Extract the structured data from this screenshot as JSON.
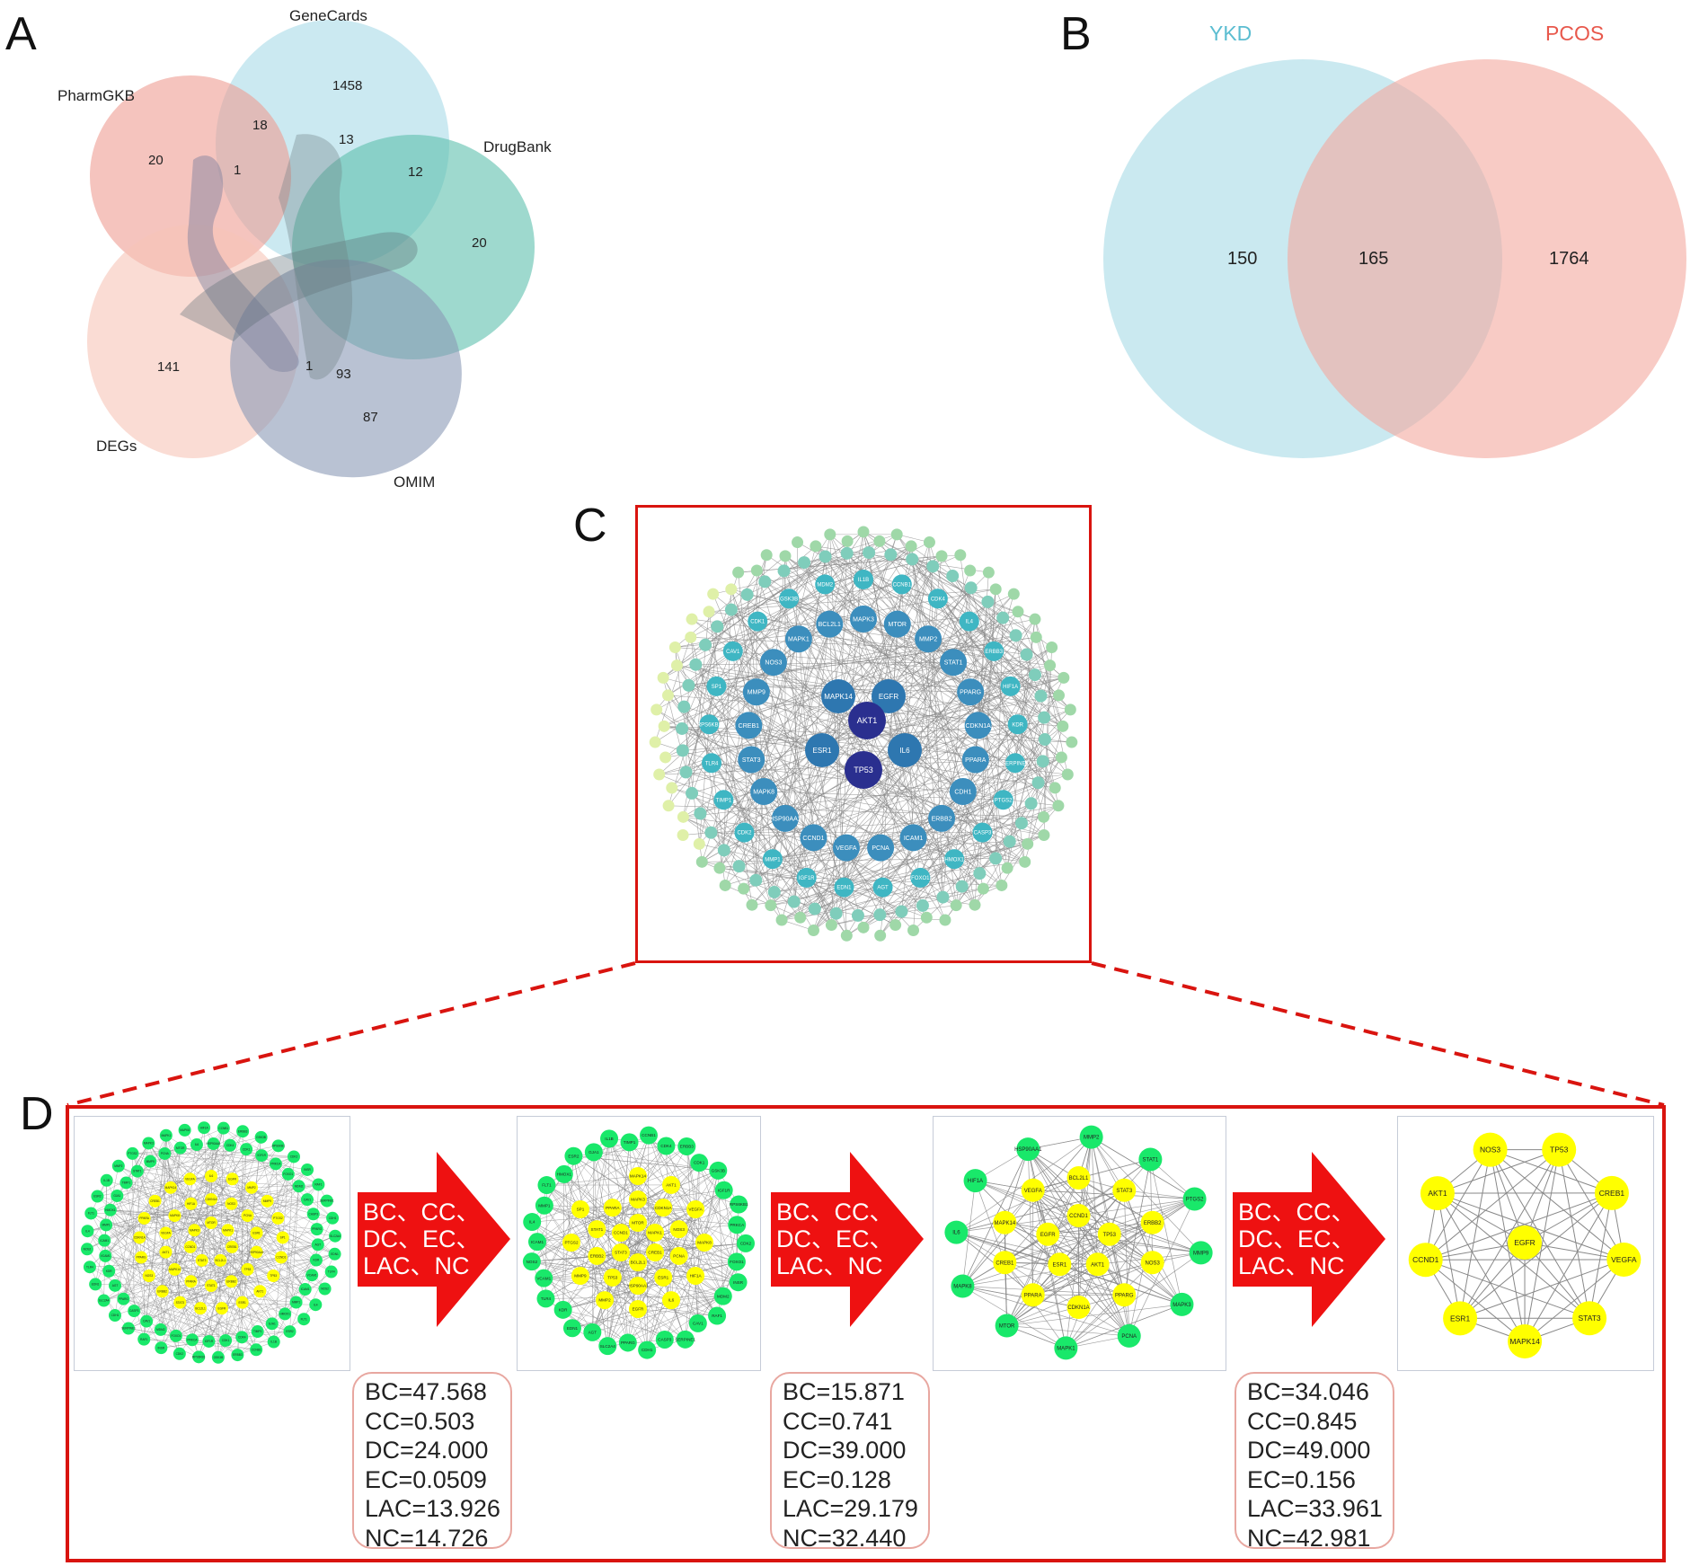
{
  "panelA": {
    "letter": "A",
    "sets": {
      "genecards": "GeneCards",
      "pharmgkb": "PharmGKB",
      "drugbank": "DrugBank",
      "degs": "DEGs",
      "omim": "OMIM"
    },
    "counts": {
      "genecards_only": "1458",
      "pharmgkb_only": "20",
      "drugbank_only": "20",
      "degs_only": "141",
      "omim_only": "87",
      "pharm_gene": "18",
      "gene_region": "13",
      "drug_gene": "12",
      "pharm_inner": "1",
      "degs_omim_inner": "1",
      "omim_degs": "93"
    },
    "colors": {
      "genecards": "#a9dbe8",
      "pharmgkb": "#ef9d93",
      "drugbank": "#5ebfae",
      "degs": "#f6c5b8",
      "omim": "#8b99b6"
    }
  },
  "panelB": {
    "letter": "B",
    "left_label": "YKD",
    "right_label": "PCOS",
    "left_only": "150",
    "overlap": "165",
    "right_only": "1764",
    "colors": {
      "left": "#a6dbe6",
      "right": "#f3a89f",
      "left_text": "#5bbdd1",
      "right_text": "#e8584c"
    }
  },
  "panelC": {
    "letter": "C",
    "core_nodes": [
      "AKT1",
      "TP53"
    ],
    "inner_ring": [
      "MAPK14",
      "EGFR",
      "IL6",
      "ESR1"
    ],
    "ring2": [
      "MAPK3",
      "MTOR",
      "MMP2",
      "STAT1",
      "PPARG",
      "CDKN1A",
      "PPARA",
      "CDH1",
      "ERBB2",
      "ICAM1",
      "PCNA",
      "VEGFA",
      "CCND1",
      "HSP90AA1",
      "MAPK8",
      "STAT3",
      "CREB1",
      "MMP9",
      "NOS3",
      "MAPK1",
      "BCL2L1"
    ],
    "ring3": [
      "IL1B",
      "CCNB1",
      "CDK4",
      "IL4",
      "ERBB3",
      "HIF1A",
      "KDR",
      "SERPINE1",
      "PTGS2",
      "CASP3",
      "HMOX1",
      "FOXO1",
      "AGT",
      "EDN1",
      "IGF1R",
      "MMP1",
      "CDK2",
      "TIMP1",
      "TLR4",
      "RPS6KB1",
      "SP1",
      "CAV1",
      "CDK1",
      "GSK3B",
      "MDM2"
    ],
    "colors": {
      "core": "#2a2f8f",
      "inner": "#2e77b0",
      "ring2": "#3c8ebd",
      "ring3": "#3fb6c3",
      "outer": "#9fd8a8",
      "far": "#dff0a8",
      "edge": "#888888"
    }
  },
  "panelD": {
    "letter": "D",
    "arrow_label": "BC、CC、\nDC、EC、\nLAC、NC",
    "net2_yellow": [
      "MTOR",
      "MAPK1",
      "CREB1",
      "BCL2L1",
      "STAT3",
      "CCND1",
      "MAPK3",
      "CDKN1A",
      "NOS3",
      "PCNA",
      "ESR1",
      "HSP90AA1",
      "TP53",
      "ERBB2",
      "STAT1",
      "PPARA",
      "MAPK14",
      "AKT1",
      "VEGFA",
      "MAPK8",
      "HIF1A",
      "IL6",
      "EGFR",
      "MMP2",
      "MMP9",
      "PTGS2",
      "SP1"
    ],
    "net2_green": [
      "CCNB1",
      "CDK4",
      "ERBB3",
      "CDK1",
      "GSK3B",
      "IGF1R",
      "RPS6KB1",
      "PRKCA",
      "CDK2",
      "FOXO1",
      "INSR",
      "MDM2",
      "RAF1",
      "CAV1",
      "SERPINE1",
      "CASP3",
      "CDH1",
      "PPARG",
      "SLC2A4",
      "AGT",
      "EDN1",
      "KDR",
      "TLR4",
      "VCAM1",
      "NOS2",
      "ICAM1",
      "IL4",
      "MMP1",
      "FLT1",
      "HMOX1",
      "ESR2",
      "GJA1",
      "IL1B",
      "TIMP1"
    ],
    "net3_yellow": [
      "CCND1",
      "TP53",
      "AKT1",
      "ESR1",
      "EGFR",
      "BCL2L1",
      "STAT3",
      "ERBB2",
      "NOS3",
      "PPARG",
      "CDKN1A",
      "PPARA",
      "CREB1",
      "MAPK14",
      "VEGFA"
    ],
    "net3_green": [
      "MMP2",
      "STAT1",
      "PTGS2",
      "MMP9",
      "MAPK3",
      "PCNA",
      "MAPK1",
      "MTOR",
      "MAPK8",
      "IL6",
      "HIF1A",
      "HSP90AA1"
    ],
    "net4_nodes": [
      "NOS3",
      "TP53",
      "CREB1",
      "VEGFA",
      "STAT3",
      "MAPK14",
      "ESR1",
      "CCND1",
      "AKT1",
      "EGFR"
    ],
    "stats": [
      {
        "BC": "BC=47.568",
        "CC": "CC=0.503",
        "DC": "DC=24.000",
        "EC": "EC=0.0509",
        "LAC": "LAC=13.926",
        "NC": "NC=14.726"
      },
      {
        "BC": "BC=15.871",
        "CC": "CC=0.741",
        "DC": "DC=39.000",
        "EC": "EC=0.128",
        "LAC": "LAC=29.179",
        "NC": "NC=32.440"
      },
      {
        "BC": "BC=34.046",
        "CC": "CC=0.845",
        "DC": "DC=49.000",
        "EC": "EC=0.156",
        "LAC": "LAC=33.961",
        "NC": "NC=42.981"
      }
    ],
    "colors": {
      "yellow": "#ffff00",
      "green": "#19e86a",
      "frame": "#d9140f",
      "arrow": "#ee1111"
    }
  }
}
